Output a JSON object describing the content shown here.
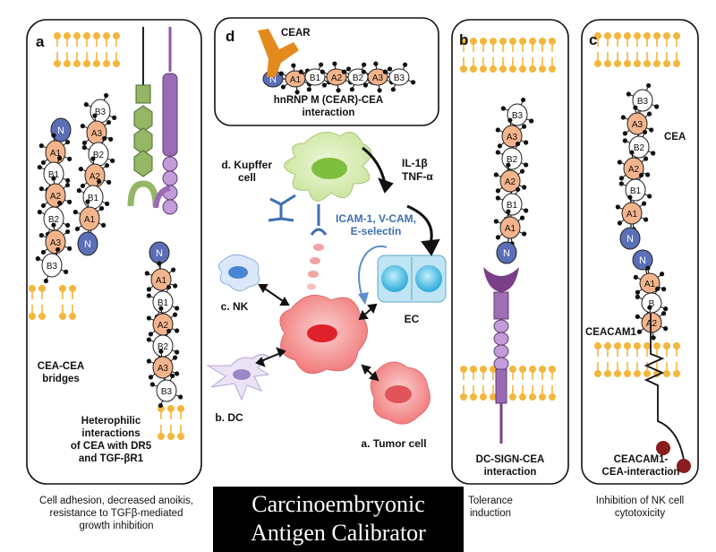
{
  "panels": {
    "a": {
      "letter": "a",
      "label_bridges_1": "CEA-CEA",
      "label_bridges_2": "bridges",
      "label_hetero_1": "Heterophilic",
      "label_hetero_2": "interactions",
      "label_hetero_3": "of CEA with DR5",
      "label_hetero_4": "and TGF-βR1",
      "caption_1": "Cell adhesion, decreased anoikis,",
      "caption_2": "resistance to TGFβ-mediated",
      "caption_3": "growth inhibition"
    },
    "b": {
      "letter": "b",
      "label_1": "DC-SIGN-CEA",
      "label_2": "interaction",
      "caption_1": "Tolerance",
      "caption_2": "induction"
    },
    "c": {
      "letter": "c",
      "label_cea": "CEA",
      "label_ceacam1": "CEACAM1",
      "label_int_1": "CEACAM1-",
      "label_int_2": "CEA-interaction",
      "caption_1": "Inhibition of NK cell",
      "caption_2": "cytotoxicity"
    },
    "d": {
      "letter": "d",
      "label_cear": "CEAR",
      "label_1": "hnRNP M (CEAR)-CEA",
      "label_2": "interaction"
    }
  },
  "domains": {
    "n": "N",
    "a1": "A1",
    "a2": "A2",
    "a3": "A3",
    "b1": "B1",
    "b2": "B2",
    "b3": "B3"
  },
  "center": {
    "kupffer_1": "d. Kupffer",
    "kupffer_2": "cell",
    "il1b": "IL-1β",
    "tnfa": "TNF-α",
    "icam_1": "ICAM-1, V-CAM,",
    "icam_2": "E-selectin",
    "ec": "EC",
    "nk": "c. NK",
    "dc": "b. DC",
    "tumor": "a. Tumor cell"
  },
  "title": {
    "line_1": "Carcinoembryonic",
    "line_2": "Antigen Calibrator"
  },
  "colors": {
    "membrane_head": "#f4b63b",
    "domain_a": "#f3b48c",
    "domain_n": "#5b6fb8",
    "domain_b": "#ffffff",
    "receptor_green": "#93b765",
    "receptor_purple": "#9a6ab5",
    "kupffer": "#cfe8a6",
    "tumor": "#f26b6b",
    "ec": "#39b3d9",
    "nk": "#8fb0e0",
    "dc": "#b9a6d6",
    "icam_text": "#3d6fb0"
  }
}
